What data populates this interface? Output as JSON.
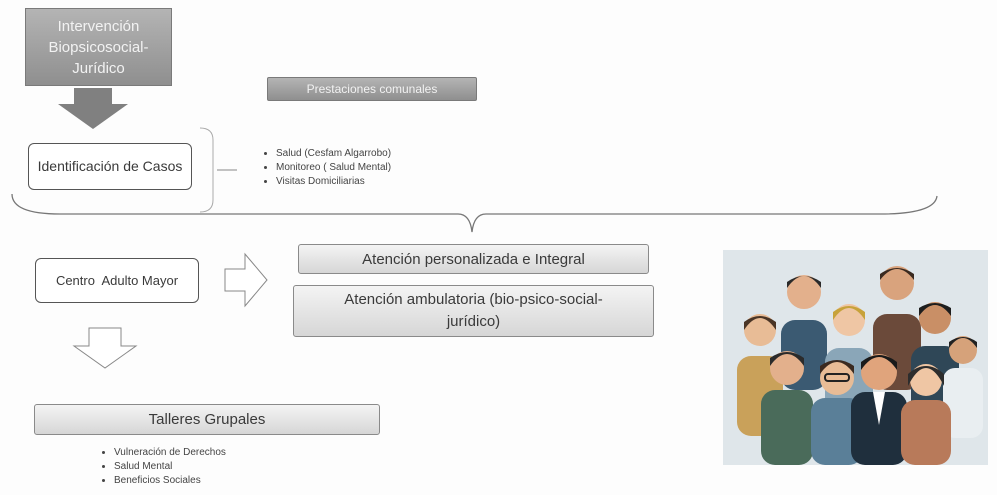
{
  "intervention": {
    "label": "Intervención Biopsicosocial-Jurídico"
  },
  "identification": {
    "label": "Identificación de Casos",
    "prestaciones_title": "Prestaciones comunales",
    "items": [
      "Salud (Cesfam Algarrobo)",
      "Monitoreo ( Salud Mental)",
      "Visitas Domiciliarias"
    ]
  },
  "centro": {
    "label": "Centro  Adulto Mayor"
  },
  "atencion": {
    "personalizada": "Atención personalizada e Integral",
    "ambulatoria": "Atención ambulatoria (bio-psico-social-jurídico)"
  },
  "talleres": {
    "title": "Talleres Grupales",
    "items": [
      "Vulneración de Derechos",
      "Salud Mental",
      "Beneficios Sociales"
    ]
  },
  "colors": {
    "dark_box": "#9c9c9c",
    "light_box": "#e2e2e2",
    "arrow": "#808080"
  }
}
